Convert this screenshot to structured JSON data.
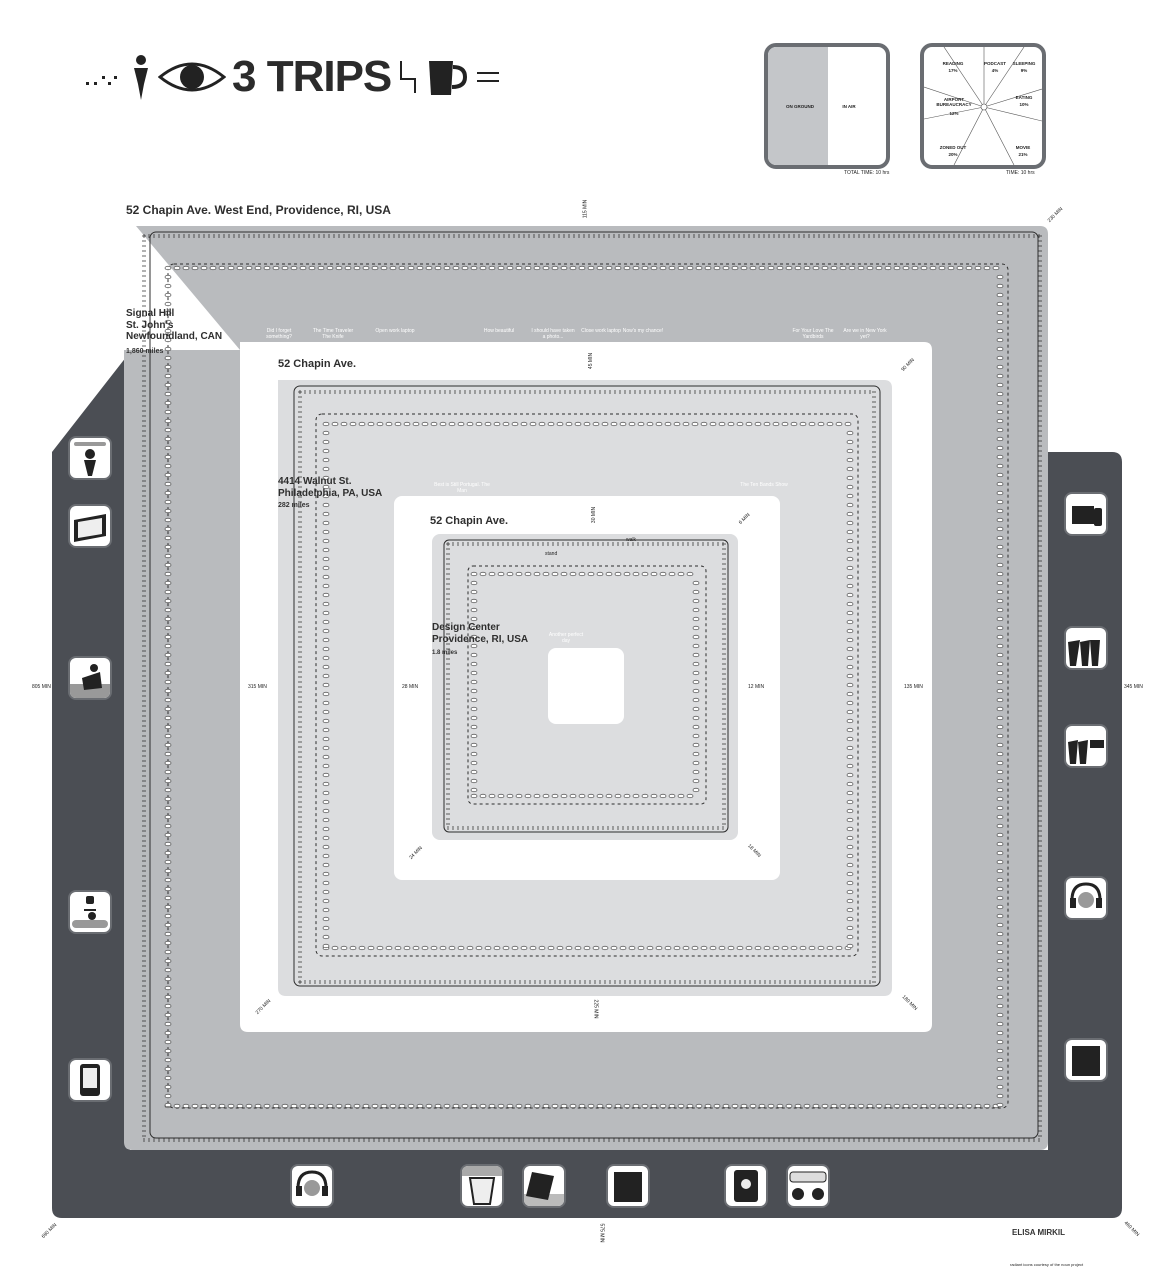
{
  "title": {
    "text": "3 TRIPS"
  },
  "legend_ground_air": {
    "ground_label": "ON GROUND",
    "air_label": "IN AIR",
    "total": "TOTAL TIME: 10 hrs"
  },
  "legend_activity": {
    "reading": "READING",
    "reading_pct": "17%",
    "podcast": "PODCAST",
    "podcast_pct": "4%",
    "sleeping": "SLEEPING",
    "sleeping_pct": "9%",
    "eating": "EATING",
    "eating_pct": "10%",
    "airport": "AIRPORT BUREAUCRACY",
    "airport_pct": "12%",
    "zoned": "ZONED OUT",
    "zoned_pct": "20%",
    "movie": "MOVIE",
    "movie_pct": "21%",
    "total": "TIME: 10 hrs"
  },
  "trips": {
    "outer_origin": "52 Chapin Ave. West End, Providence, RI, USA",
    "outer_dest": "Signal Hill\nSt. John's\nNewfoundland, CAN",
    "outer_dist": "1,860 miles",
    "mid_origin": "52 Chapin Ave.",
    "mid_dest": "4414 Walnut St.\nPhiladelphia, PA, USA",
    "mid_dist": "282 miles",
    "inner_origin": "52 Chapin Ave.",
    "inner_dest": "Design Center\nProvidence, RI, USA",
    "inner_dist": "1.8 miles"
  },
  "ticks": {
    "t115": "115 MIN",
    "t230": "230 MIN",
    "t345": "345 MIN",
    "t805": "805 MIN",
    "t460": "460 MIN",
    "t575": "575 MIN",
    "t690": "690 MIN",
    "t45": "45 MIN",
    "t90": "90 MIN",
    "t135": "135 MIN",
    "t180": "180 MIN",
    "t225": "225 MIN",
    "t270": "270 MIN",
    "t315": "315 MIN",
    "t6": "6 MIN",
    "t12": "12 MIN",
    "t18": "18 MIN",
    "t24": "24 MIN",
    "t28": "28 MIN",
    "t30": "30 MIN"
  },
  "thoughts_outer": [
    "Did I forget something?",
    "The Time Traveler The Knife",
    "Open work laptop",
    "How beautiful",
    "I should have taken a photo...",
    "Close work laptop",
    "Now's my chance!",
    "For Your Love The Yardbirds",
    "Are we in New York yet?"
  ],
  "thoughts_mid": [
    "Best is Still Portugal. The Man",
    "The Ten Bands Show",
    "Another perfect day"
  ],
  "words": {
    "stand": "stand",
    "walk": "walk"
  },
  "credit": "ELISA MIRKIL",
  "footnote": "radiant icons courtesy of the noun project"
}
